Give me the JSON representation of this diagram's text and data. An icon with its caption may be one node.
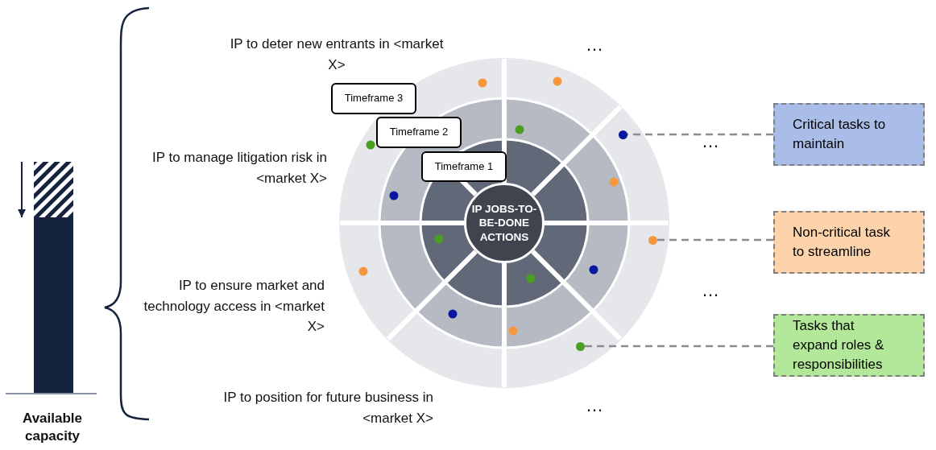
{
  "diagram": {
    "nodes": [
      {
        "text": [
          "IP JOBS-TO-BE-DONE ACTIONS"
        ]
      },
      {
        "text": [
          "Timeframe 3"
        ]
      },
      {
        "text": [
          "Timeframe 2"
        ]
      },
      {
        "text": [
          "Timeframe 1"
        ]
      },
      {
        "text": [
          "Critical tasks to maintain"
        ]
      },
      {
        "text": [
          "Non-critical task to streamline"
        ]
      },
      {
        "text": [
          "Tasks that expand roles & responsibilities"
        ]
      },
      {
        "text": [],
        "shape": "circle"
      },
      {
        "text": [],
        "shape": "circle"
      },
      {
        "text": [],
        "shape": "circle"
      }
    ],
    "edges": [
      {
        "from": 4,
        "to": 7,
        "arrow": "none",
        "style": "dashed"
      },
      {
        "from": 5,
        "to": 8,
        "arrow": "none",
        "style": "dashed"
      },
      {
        "from": 6,
        "to": 9,
        "arrow": "none",
        "style": "dashed"
      }
    ],
    "labels": [
      "IP to deter new entrants in <market X>",
      "…",
      "IP to manage litigation risk in <market X>",
      "…",
      "…",
      "IP to ensure market and technology access in <market X>",
      "IP to position for future business in <market X>",
      "…",
      "Available capacity"
    ]
  }
}
